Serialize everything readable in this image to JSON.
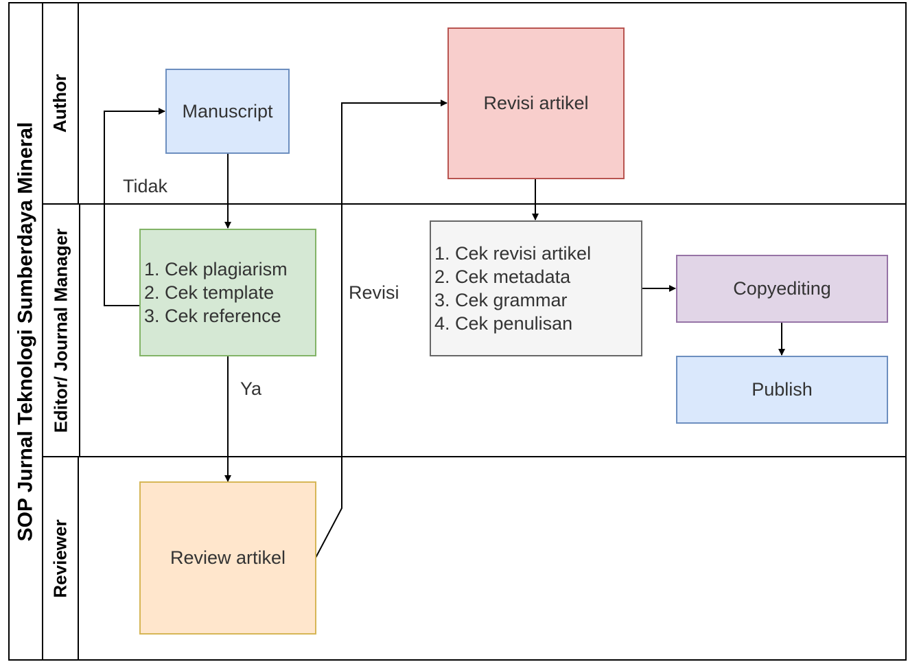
{
  "title": "SOP Jurnal Teknologi Sumberdaya Mineral",
  "lanes": [
    {
      "id": "author",
      "label": "Author"
    },
    {
      "id": "editor",
      "label": "Editor/ Journal Manager"
    },
    {
      "id": "reviewer",
      "label": "Reviewer"
    }
  ],
  "nodes": {
    "manuscript": {
      "label": "Manuscript",
      "fill": "#dae8fc",
      "stroke": "#6c8ebf"
    },
    "cek_awal": {
      "items": [
        "1. Cek plagiarism",
        "2. Cek template",
        "3. Cek reference"
      ],
      "fill": "#d5e8d4",
      "stroke": "#82b366"
    },
    "review": {
      "label": "Review artikel",
      "fill": "#ffe6cc",
      "stroke": "#d6b656"
    },
    "revisi": {
      "label": "Revisi artikel",
      "fill": "#f8cecc",
      "stroke": "#b85450"
    },
    "cek_revisi": {
      "items": [
        "1. Cek revisi artikel",
        "2. Cek metadata",
        "3. Cek grammar",
        "4. Cek penulisan"
      ],
      "fill": "#f5f5f5",
      "stroke": "#666666"
    },
    "copyediting": {
      "label": "Copyediting",
      "fill": "#e1d5e7",
      "stroke": "#9673a6"
    },
    "publish": {
      "label": "Publish",
      "fill": "#dae8fc",
      "stroke": "#6c8ebf"
    }
  },
  "edge_labels": {
    "tidak": "Tidak",
    "ya": "Ya",
    "revisi": "Revisi"
  }
}
